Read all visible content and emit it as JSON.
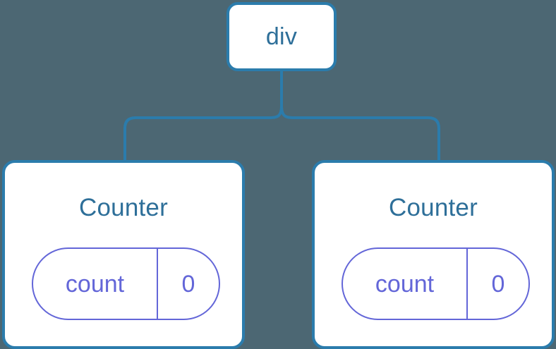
{
  "diagram": {
    "type": "component-tree",
    "background_color": "#4C6773",
    "node_border_color": "#2B7CAC",
    "node_text_color": "#2E6F99",
    "pill_color": "#6366D8",
    "connector_color": "#2B7CAC",
    "root": {
      "label": "div"
    },
    "children": [
      {
        "title": "Counter",
        "state": {
          "key": "count",
          "value": "0"
        }
      },
      {
        "title": "Counter",
        "state": {
          "key": "count",
          "value": "0"
        }
      }
    ]
  }
}
